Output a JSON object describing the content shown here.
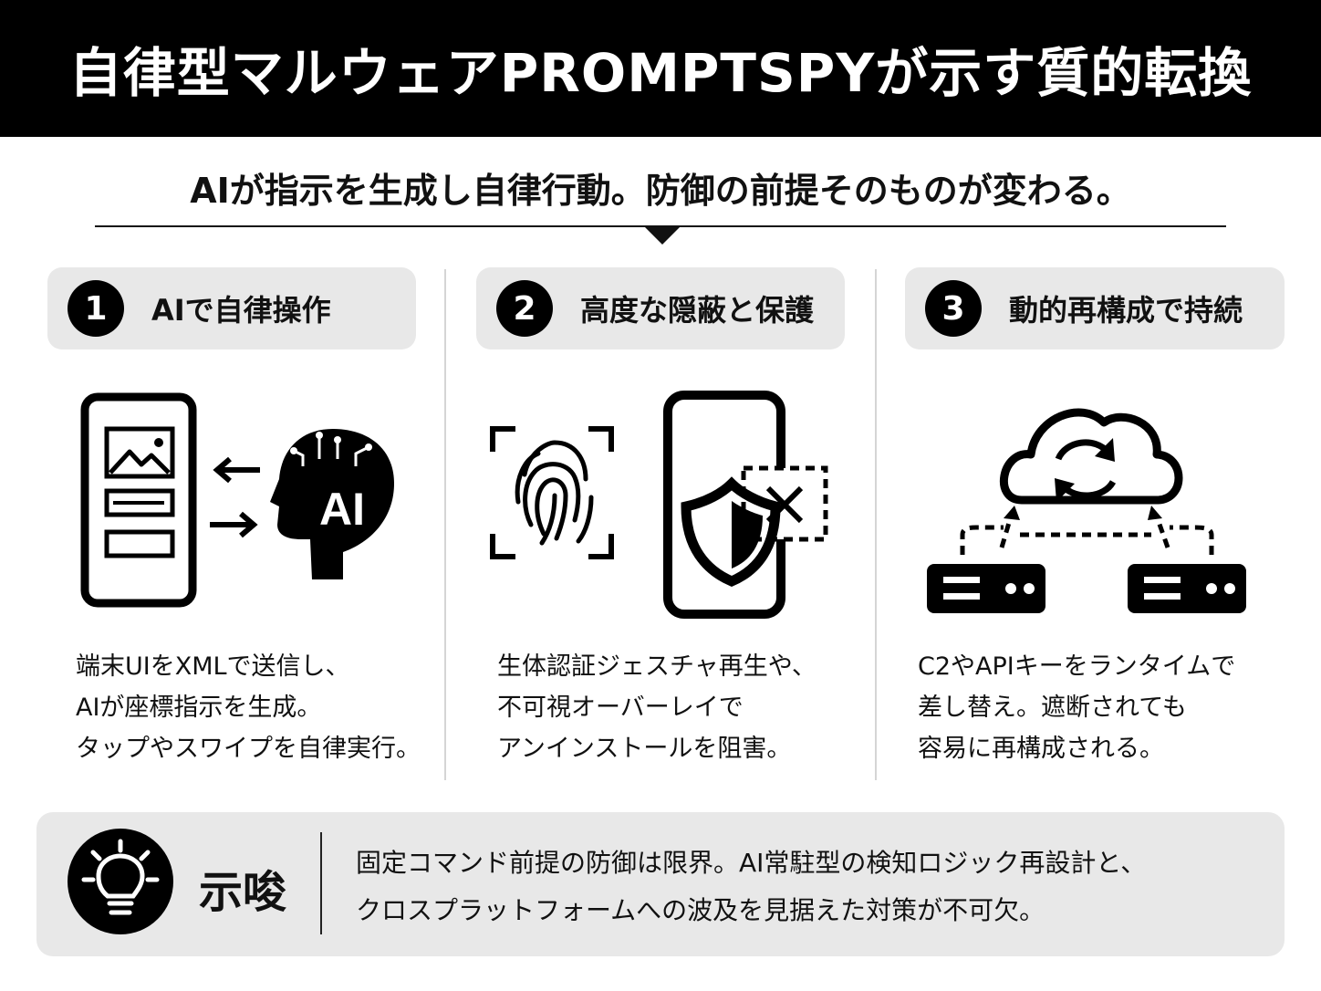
{
  "header": {
    "title": "自律型マルウェアPROMPTSPYが示す質的転換",
    "subtitle": "AIが指示を生成し自律行動。防御の前提そのものが変わる。"
  },
  "columns": [
    {
      "number": "1",
      "heading": "AIで自律操作",
      "icon": "smartphone-ai-head-icon",
      "ai_label": "AI",
      "lines": [
        "端末UIをXMLで送信し、",
        "AIが座標指示を生成。",
        "タップやスワイプを自律実行。"
      ]
    },
    {
      "number": "2",
      "heading": "高度な隠蔽と保護",
      "icon": "fingerprint-shield-icon",
      "lines": [
        "生体認証ジェスチャ再生や、",
        "不可視オーバーレイで",
        "アンインストールを阻害。"
      ]
    },
    {
      "number": "3",
      "heading": "動的再構成で持続",
      "icon": "cloud-sync-servers-icon",
      "lines": [
        "C2やAPIキーをランタイムで",
        "差し替え。遮断されても",
        "容易に再構成される。"
      ]
    }
  ],
  "implication": {
    "label": "示唆",
    "icon": "lightbulb-icon",
    "lines": [
      "固定コマンド前提の防御は限界。AI常駐型の検知ロジック再設計と、",
      "クロスプラットフォームへの波及を見据えた対策が不可欠。"
    ]
  }
}
